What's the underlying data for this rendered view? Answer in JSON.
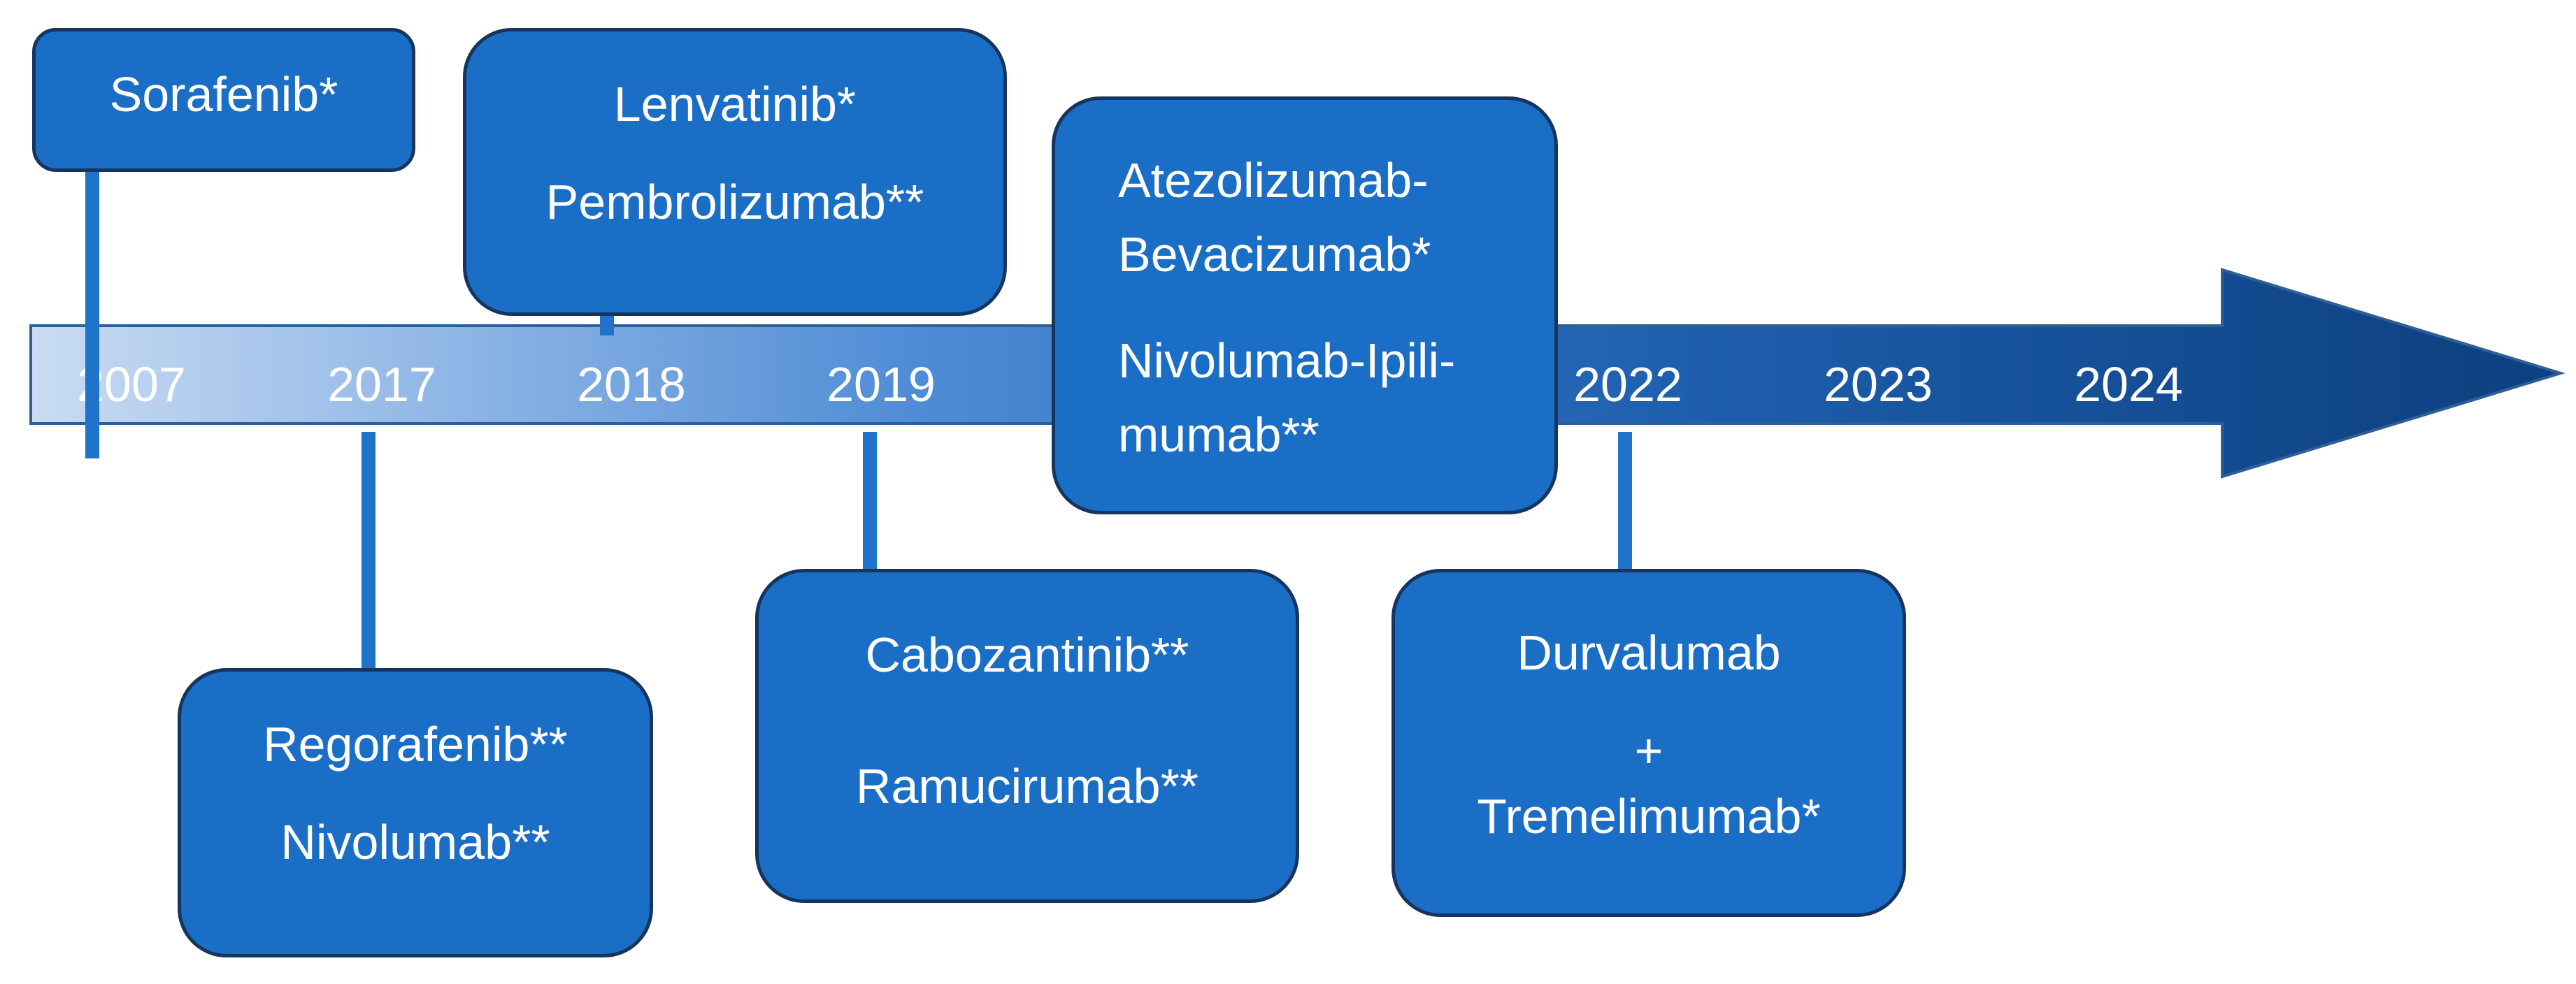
{
  "timeline": {
    "years": [
      "2007",
      "2017",
      "2018",
      "2019",
      "2022",
      "2023",
      "2024"
    ]
  },
  "events": {
    "sorafenib": {
      "lines": [
        "Sorafenib*"
      ]
    },
    "lenvatinib_pembrolizumab": {
      "lines": [
        "Lenvatinib*",
        "Pembrolizumab**"
      ]
    },
    "atezolizumab_bevacizumab_nivolumab_ipilimumab": {
      "lines": [
        "Atezolizumab-",
        "Bevacizumab*",
        "Nivolumab-Ipili-",
        "mumab**"
      ]
    },
    "regorafenib_nivolumab": {
      "lines": [
        "Regorafenib**",
        "Nivolumab**"
      ]
    },
    "cabozantinib_ramucirumab": {
      "lines": [
        "Cabozantinib**",
        "Ramucirumab**"
      ]
    },
    "durvalumab_tremelimumab": {
      "lines": [
        "Durvalumab",
        "+",
        "Tremelimumab*"
      ]
    }
  },
  "colors": {
    "arrow_light": "#c6d9f1",
    "arrow_dark": "#0f4a8a",
    "box_fill": "#1a6ec6",
    "box_border": "#16355e",
    "connector": "#1f73c8",
    "text": "#ffffff"
  }
}
